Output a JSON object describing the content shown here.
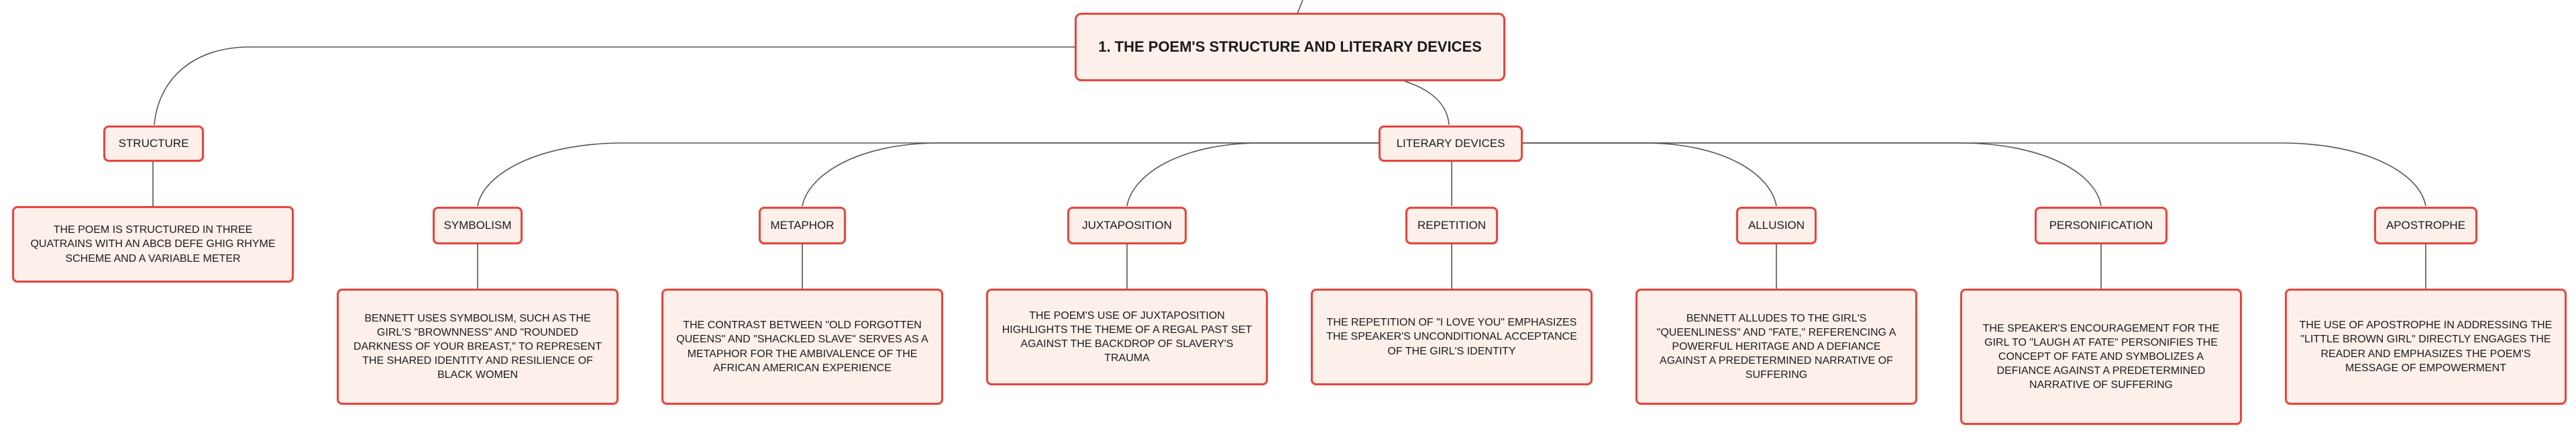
{
  "colors": {
    "node_fill": "#fdf0eb",
    "node_stroke": "#e8453c",
    "edge": "#555555"
  },
  "root": {
    "label": "1. THE POEM'S STRUCTURE AND LITERARY DEVICES"
  },
  "structure": {
    "label": "STRUCTURE",
    "detail": "THE POEM IS STRUCTURED IN THREE QUATRAINS WITH AN ABCB DEFE GHIG RHYME SCHEME AND A VARIABLE METER"
  },
  "literary_devices": {
    "label": "LITERARY DEVICES",
    "items": [
      {
        "label": "SYMBOLISM",
        "detail": "BENNETT USES SYMBOLISM, SUCH AS THE GIRL'S \"BROWNNESS\" AND \"ROUNDED DARKNESS OF YOUR BREAST,\" TO REPRESENT THE SHARED IDENTITY AND RESILIENCE OF BLACK WOMEN"
      },
      {
        "label": "METAPHOR",
        "detail": "THE CONTRAST BETWEEN \"OLD FORGOTTEN QUEENS\" AND \"SHACKLED SLAVE\" SERVES AS A METAPHOR FOR THE AMBIVALENCE OF THE AFRICAN AMERICAN EXPERIENCE"
      },
      {
        "label": "JUXTAPOSITION",
        "detail": "THE POEM'S USE OF JUXTAPOSITION HIGHLIGHTS THE THEME OF A REGAL PAST SET AGAINST THE BACKDROP OF SLAVERY'S TRAUMA"
      },
      {
        "label": "REPETITION",
        "detail": "THE REPETITION OF \"I LOVE YOU\" EMPHASIZES THE SPEAKER'S UNCONDITIONAL ACCEPTANCE OF THE GIRL'S IDENTITY"
      },
      {
        "label": "ALLUSION",
        "detail": "BENNETT ALLUDES TO THE GIRL'S \"QUEENLINESS\" AND \"FATE,\" REFERENCING A POWERFUL HERITAGE AND A DEFIANCE AGAINST A PREDETERMINED NARRATIVE OF SUFFERING"
      },
      {
        "label": "PERSONIFICATION",
        "detail": "THE SPEAKER'S ENCOURAGEMENT FOR THE GIRL TO \"LAUGH AT FATE\" PERSONIFIES THE CONCEPT OF FATE AND SYMBOLIZES A DEFIANCE AGAINST A PREDETERMINED NARRATIVE OF SUFFERING"
      },
      {
        "label": "APOSTROPHE",
        "detail": "THE USE OF APOSTROPHE IN ADDRESSING THE \"LITTLE BROWN GIRL\" DIRECTLY ENGAGES THE READER AND EMPHASIZES THE POEM'S MESSAGE OF EMPOWERMENT"
      }
    ]
  }
}
